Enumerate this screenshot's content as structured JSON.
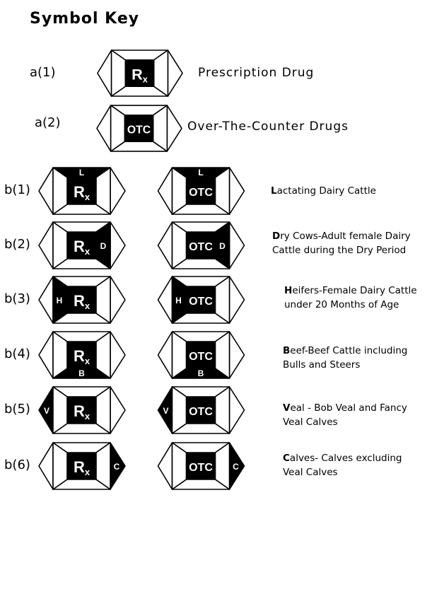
{
  "title": "Symbol Key",
  "a_rows": [
    {
      "label": "a(1)",
      "drug": "Rx",
      "description": "Prescription Drug"
    },
    {
      "label": "a(2)",
      "drug": "OTC",
      "description": "Over-The-Counter Drugs"
    }
  ],
  "b_rows": [
    {
      "label": "b(1)",
      "letter": "L",
      "position": "top",
      "desc_initial": "L",
      "desc_line1": "actating Dairy Cattle",
      "desc_line2": ""
    },
    {
      "label": "b(2)",
      "letter": "D",
      "position": "right",
      "desc_initial": "D",
      "desc_line1": "ry Cows-Adult female Dairy",
      "desc_line2": "Cattle during the Dry Period"
    },
    {
      "label": "b(3)",
      "letter": "H",
      "position": "left",
      "desc_initial": "H",
      "desc_line1": "eifers-Female Dairy Cattle",
      "desc_line2": "under 20 Months of Age"
    },
    {
      "label": "b(4)",
      "letter": "B",
      "position": "bottom",
      "desc_initial": "B",
      "desc_line1": "eef-Beef Cattle including",
      "desc_line2": "Bulls and Steers"
    },
    {
      "label": "b(5)",
      "letter": "V",
      "position": "left-point",
      "desc_initial": "V",
      "desc_line1": "eal - Bob Veal and Fancy",
      "desc_line2": "Veal Calves"
    },
    {
      "label": "b(6)",
      "letter": "C",
      "position": "right-point",
      "desc_initial": "C",
      "desc_line1": "alves- Calves excluding",
      "desc_line2": "Veal Calves"
    }
  ],
  "drug_labels": {
    "rx": "Rx",
    "otc": "OTC"
  }
}
